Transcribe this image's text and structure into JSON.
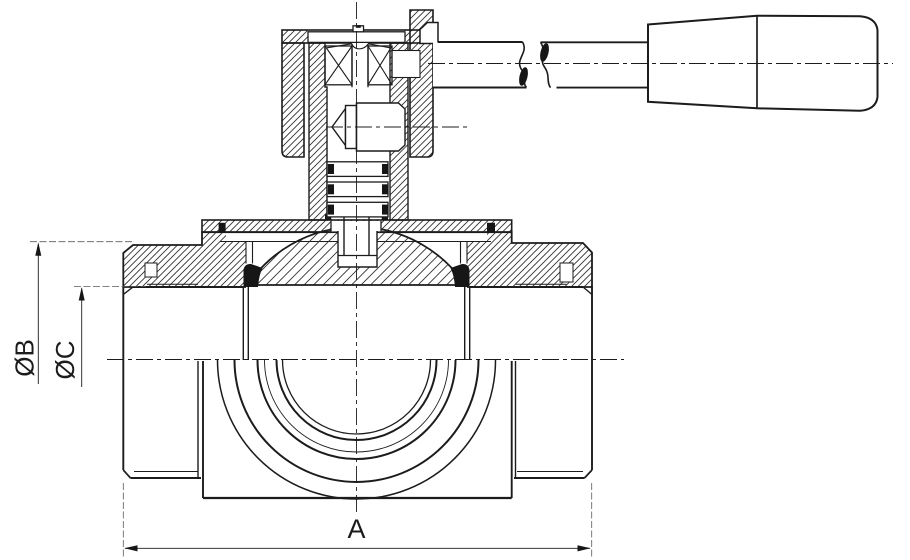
{
  "drawing": {
    "dimension_labels": {
      "width": "A",
      "outer_diameter": "ØB",
      "port_diameter": "ØC"
    }
  },
  "colors": {
    "line": "#1c1c1c",
    "background": "#ffffff",
    "hatch": "#2e2e2e",
    "extension_line": "#5a5a5a",
    "seal_fill": "#161616"
  }
}
